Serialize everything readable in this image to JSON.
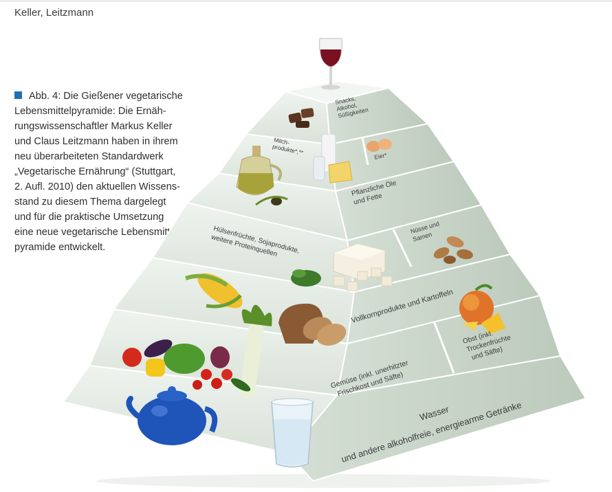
{
  "header": {
    "authors": "Keller, Leitzmann"
  },
  "caption": {
    "lines": [
      "Abb. 4: Die Gießener vegetarische",
      "Lebensmittelpyramide: Die Ernäh-",
      "rungswissenschaftler Markus Keller",
      "und Claus Leitzmann haben in ihrem",
      "neu überarbeiteten Standardwerk",
      "„Vegetarische Ernährung“ (Stuttgart,",
      "2. Aufl. 2010) den aktuellen Wissens-",
      "stand zu diesem Thema dargelegt",
      "und für die praktische Umsetzung",
      "eine neue vegetarische Lebensmittel-",
      "pyramide entwickelt."
    ]
  },
  "pyramid": {
    "snacks": [
      "Snacks,",
      "Alkohol,",
      "Süßigkeiten"
    ],
    "milk": [
      "Milch-",
      "produkte*,**"
    ],
    "eggs": "Eier*",
    "oils": [
      "Pflanzliche Öle",
      "und Fette"
    ],
    "legumes": [
      "Hülsenfrüchte, Sojaprodukte,",
      "weitere Proteinquellen"
    ],
    "nuts": [
      "Nüsse und",
      "Samen"
    ],
    "grains": "Vollkornprodukte und Kartoffeln",
    "veg": [
      "Gemüse (inkl. unerhitzter",
      "Frischkost und Säfte)"
    ],
    "fruit": [
      "Obst (inkl.",
      "Trockenfrüchte",
      "und Säfte)"
    ],
    "water": [
      "Wasser",
      "und andere alkoholfreie, energiearme Getränke"
    ]
  },
  "colors": {
    "accent": "#1e6fb3",
    "pyramid_face": "#e2e9e2",
    "pyramid_side": "#c7d2c7"
  }
}
